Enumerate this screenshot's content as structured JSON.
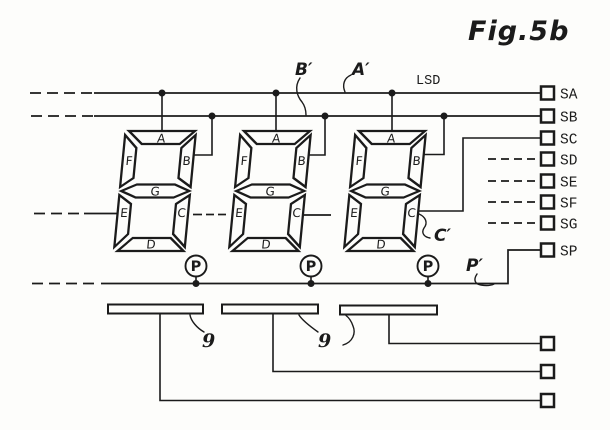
{
  "figure_title": "Fig.5b",
  "annotations": {
    "b_prime": "B′",
    "a_prime": "A′",
    "lsd": "LSD",
    "c_prime": "C′",
    "p_prime": "P′",
    "electrode_ref_left": "9",
    "electrode_ref_right": "9"
  },
  "digit": {
    "segments": [
      "A",
      "F",
      "B",
      "G",
      "E",
      "C",
      "D"
    ],
    "decimal_point": "P"
  },
  "terminals": [
    {
      "label": "SA"
    },
    {
      "label": "SB"
    },
    {
      "label": "SC"
    },
    {
      "label": "SD"
    },
    {
      "label": "SE"
    },
    {
      "label": "SF"
    },
    {
      "label": "SG"
    },
    {
      "label": "SP"
    }
  ],
  "colors": {
    "ink": "#1b1b1b",
    "paper": "#fdfdfb"
  }
}
